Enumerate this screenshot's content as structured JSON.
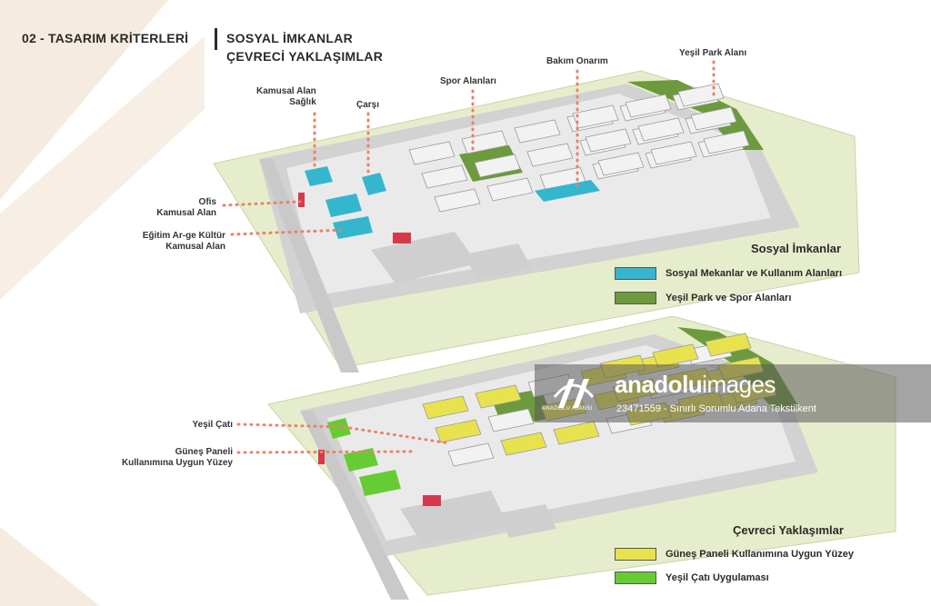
{
  "header": {
    "section": "02 - TASARIM KRİTERLERİ",
    "title_line1": "SOSYAL İMKANLAR",
    "title_line2": "ÇEVRECİ YAKLAŞIMLAR"
  },
  "top_map": {
    "labels": {
      "kamusal_saglik_1": "Kamusal Alan",
      "kamusal_saglik_2": "Sağlık",
      "carsi": "Çarşı",
      "spor": "Spor Alanları",
      "bakim": "Bakım Onarım",
      "yesil_park": "Yeşil Park Alanı",
      "ofis_1": "Ofis",
      "ofis_2": "Kamusal Alan",
      "egitim_1": "Eğitim Ar-ge Kültür",
      "egitim_2": "Kamusal Alan"
    }
  },
  "bottom_map": {
    "labels": {
      "yesil_cati": "Yeşil Çatı",
      "gunes_1": "Güneş Paneli",
      "gunes_2": "Kullanımına Uygun Yüzey"
    }
  },
  "legend_social": {
    "title": "Sosyal İmkanlar",
    "items": [
      {
        "label": "Sosyal Mekanlar ve Kullanım Alanları",
        "color": "#35b6cf"
      },
      {
        "label": "Yeşil Park ve Spor Alanları",
        "color": "#6d9a3c"
      }
    ]
  },
  "legend_eco": {
    "title": "Çevreci Yaklaşımlar",
    "items": [
      {
        "label": "Güneş Paneli Kullanımına Uygun Yüzey",
        "color": "#e9e24f"
      },
      {
        "label": "Yeşil Çatı Uygulaması",
        "color": "#66cc33"
      }
    ]
  },
  "colors": {
    "ground": "#e4ecc8",
    "road": "#c9c9c9",
    "building": "#f2f2f2",
    "social": "#35b6cf",
    "park": "#6d9a3c",
    "solar": "#e9e24f",
    "green_roof": "#66cc33",
    "leader": "#e8826a",
    "gate": "#d63a4a",
    "backdrop": "#f5ebe0"
  },
  "watermark": {
    "brand_a": "anadolu",
    "brand_b": "images",
    "caption": "23471559 - Sınırlı Sorumlu Adana Tekstilkent",
    "sub": "ANADOLU AJANSI",
    "icon": "anadolu-agency-logo"
  }
}
